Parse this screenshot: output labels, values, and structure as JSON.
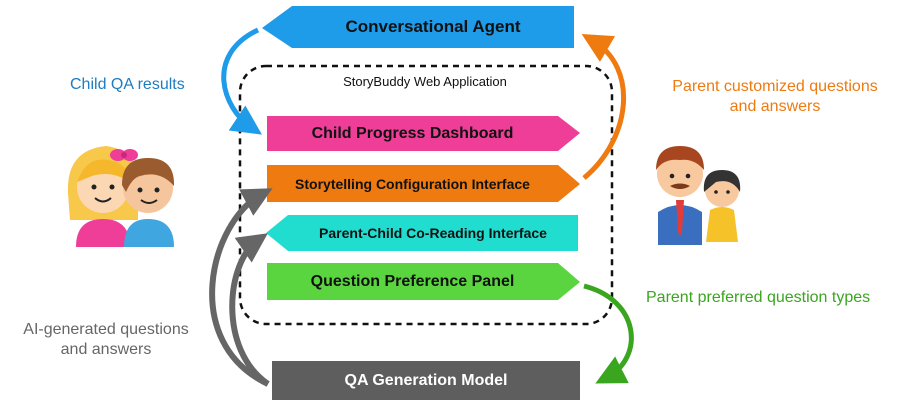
{
  "title": "StoryBuddy Web Application",
  "boxes": {
    "conversational_agent": "Conversational Agent",
    "child_progress": "Child Progress Dashboard",
    "storytelling_config": "Storytelling Configuration Interface",
    "coreading": "Parent-Child Co-Reading Interface",
    "question_pref": "Question Preference Panel",
    "qa_generation": "QA Generation Model"
  },
  "labels": {
    "child_qa_results": "Child QA results",
    "parent_custom_line1": "Parent customized questions",
    "parent_custom_line2": "and answers",
    "parent_preferred": "Parent preferred question types",
    "ai_generated_line1": "AI-generated questions",
    "ai_generated_line2": "and answers"
  },
  "colors": {
    "agent": "#1e9be9",
    "progress": "#ee3e97",
    "config": "#ee7a10",
    "coreading": "#21ddd0",
    "preference": "#5ad43f",
    "model": "#5e5e5e",
    "blue_text": "#1f7cc0",
    "orange_text": "#ee7a10",
    "green_text": "#3aa51f",
    "gray_text": "#666666"
  }
}
